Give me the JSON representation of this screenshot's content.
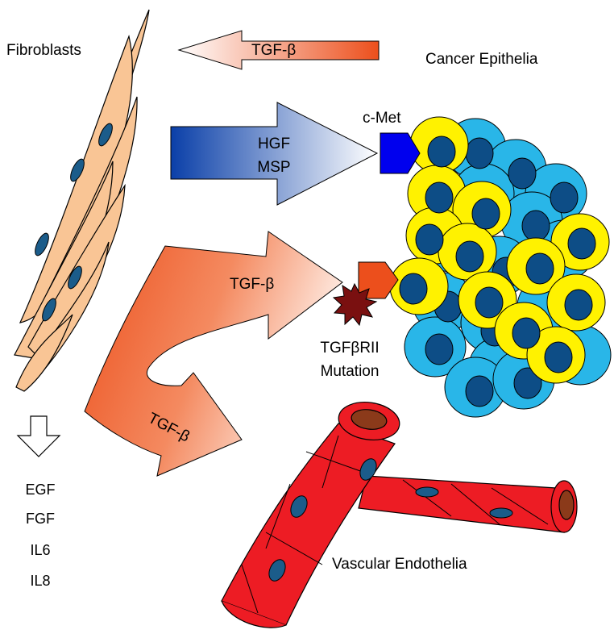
{
  "labels": {
    "fibroblasts": "Fibroblasts",
    "cancer_epithelia": "Cancer Epithelia",
    "vascular_endothelia": "Vascular Endothelia",
    "c_met": "c-Met",
    "hgf": "HGF",
    "msp": "MSP",
    "tgf_top": "TGF-β",
    "tgf_middle": "TGF-β",
    "tgf_lower": "TGF-β",
    "tgfbrii": "TGFβRII",
    "mutation": "Mutation"
  },
  "growth_factors": [
    "EGF",
    "FGF",
    "IL6",
    "IL8"
  ],
  "colors": {
    "fibroblast_fill": "#f9c595",
    "fibroblast_nucleus": "#1b5c8a",
    "tgf_orange": "#ec4f1c",
    "hgf_blue": "#0a3fa8",
    "c_met_blue": "#0000ee",
    "epithelia_yellow": "#fff200",
    "epithelia_cyan": "#29b6e8",
    "epithelia_nucleus": "#0d4d86",
    "vessel_red": "#ed1c24",
    "vessel_lumen": "#8b3a1a",
    "mutation_star": "#7a1010"
  }
}
